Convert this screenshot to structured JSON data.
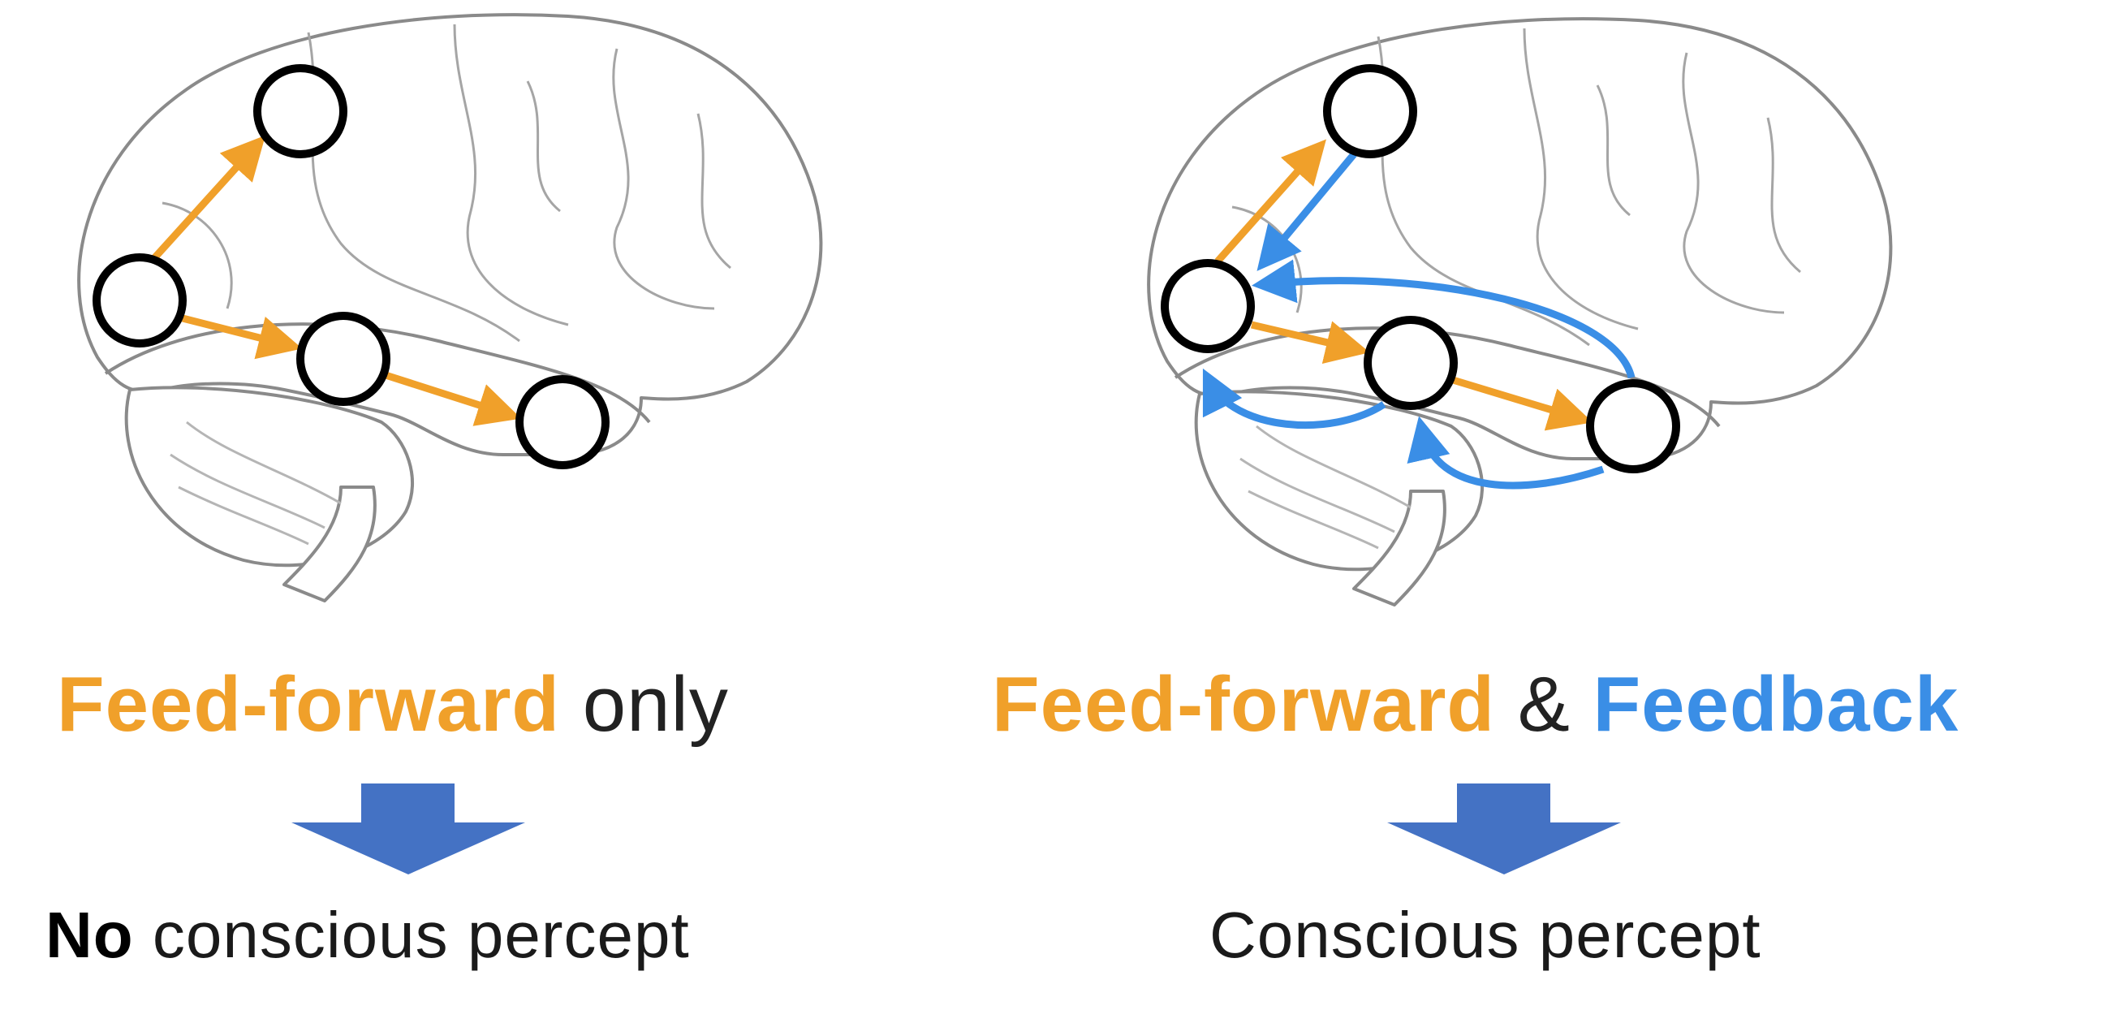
{
  "colors": {
    "feedforward": "#f0a02a",
    "feedback": "#3a8ee6",
    "result_arrow": "#4472c4",
    "node_stroke": "#000000",
    "brain_outline": "#8a8a8a"
  },
  "panels": [
    {
      "id": "left",
      "title": {
        "highlight": "Feed-forward",
        "suffix": "only"
      },
      "result": {
        "bold": "No",
        "rest": "conscious percept"
      },
      "arrow_icon": "down-arrow-icon",
      "nodes": 4,
      "feedforward_connections": [
        [
          1,
          0
        ],
        [
          1,
          2
        ],
        [
          2,
          3
        ]
      ],
      "feedback_connections": []
    },
    {
      "id": "right",
      "title": {
        "highlight": "Feed-forward",
        "amp": "&",
        "highlight2": "Feedback"
      },
      "result": {
        "text": "Conscious percept"
      },
      "arrow_icon": "down-arrow-icon",
      "nodes": 4,
      "feedforward_connections": [
        [
          1,
          0
        ],
        [
          1,
          2
        ],
        [
          2,
          3
        ]
      ],
      "feedback_connections": [
        [
          0,
          1
        ],
        [
          3,
          1
        ],
        [
          2,
          1
        ],
        [
          3,
          2
        ]
      ]
    }
  ]
}
